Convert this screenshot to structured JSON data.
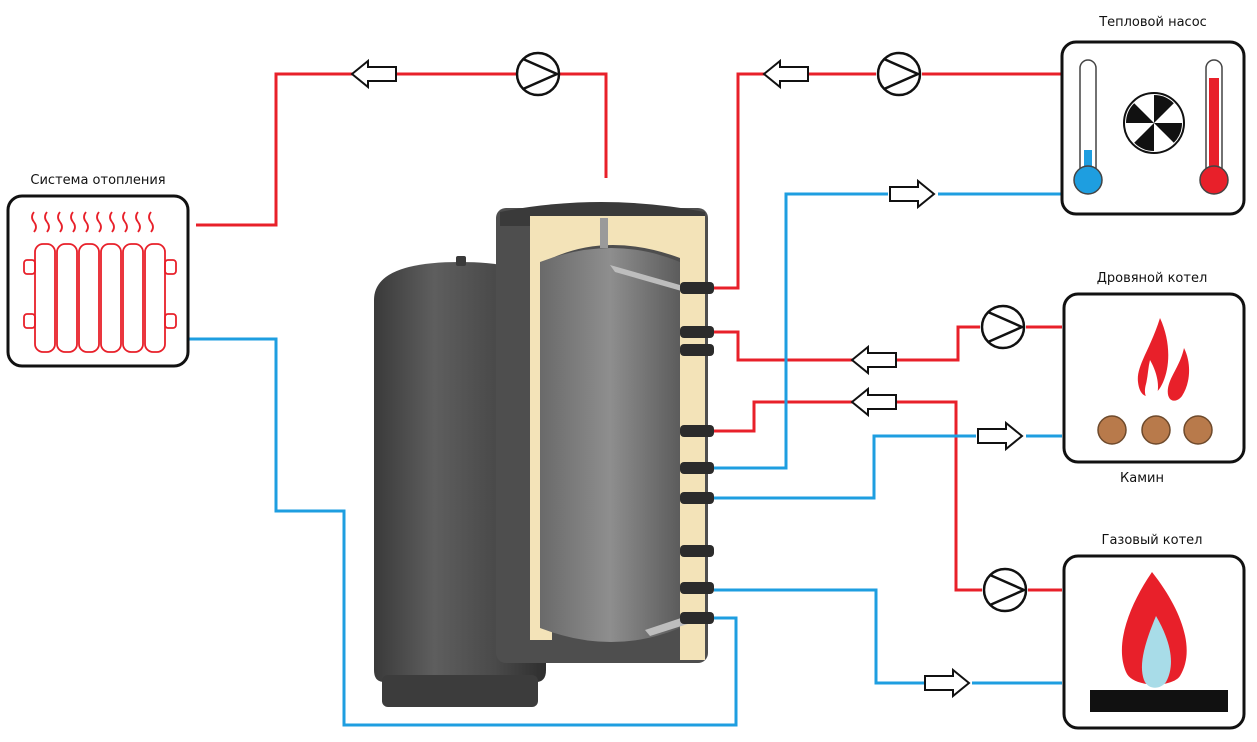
{
  "labels": {
    "heating_system": "Система отопления",
    "heat_pump": "Тепловой насос",
    "wood_boiler": "Дровяной котел",
    "fireplace": "Камин",
    "gas_boiler": "Газовый котел"
  },
  "colors": {
    "hot_pipe": "#e8202a",
    "cold_pipe": "#1e9ee0",
    "tank_body": "#4a4a4a",
    "insulation": "#f3e3b8",
    "wood_log": "#b87a4b"
  },
  "icons": [
    "pump-icon",
    "flow-arrow-icon",
    "radiator-icon",
    "thermometer-icon",
    "fan-icon",
    "flame-icon",
    "gas-burner-icon"
  ]
}
